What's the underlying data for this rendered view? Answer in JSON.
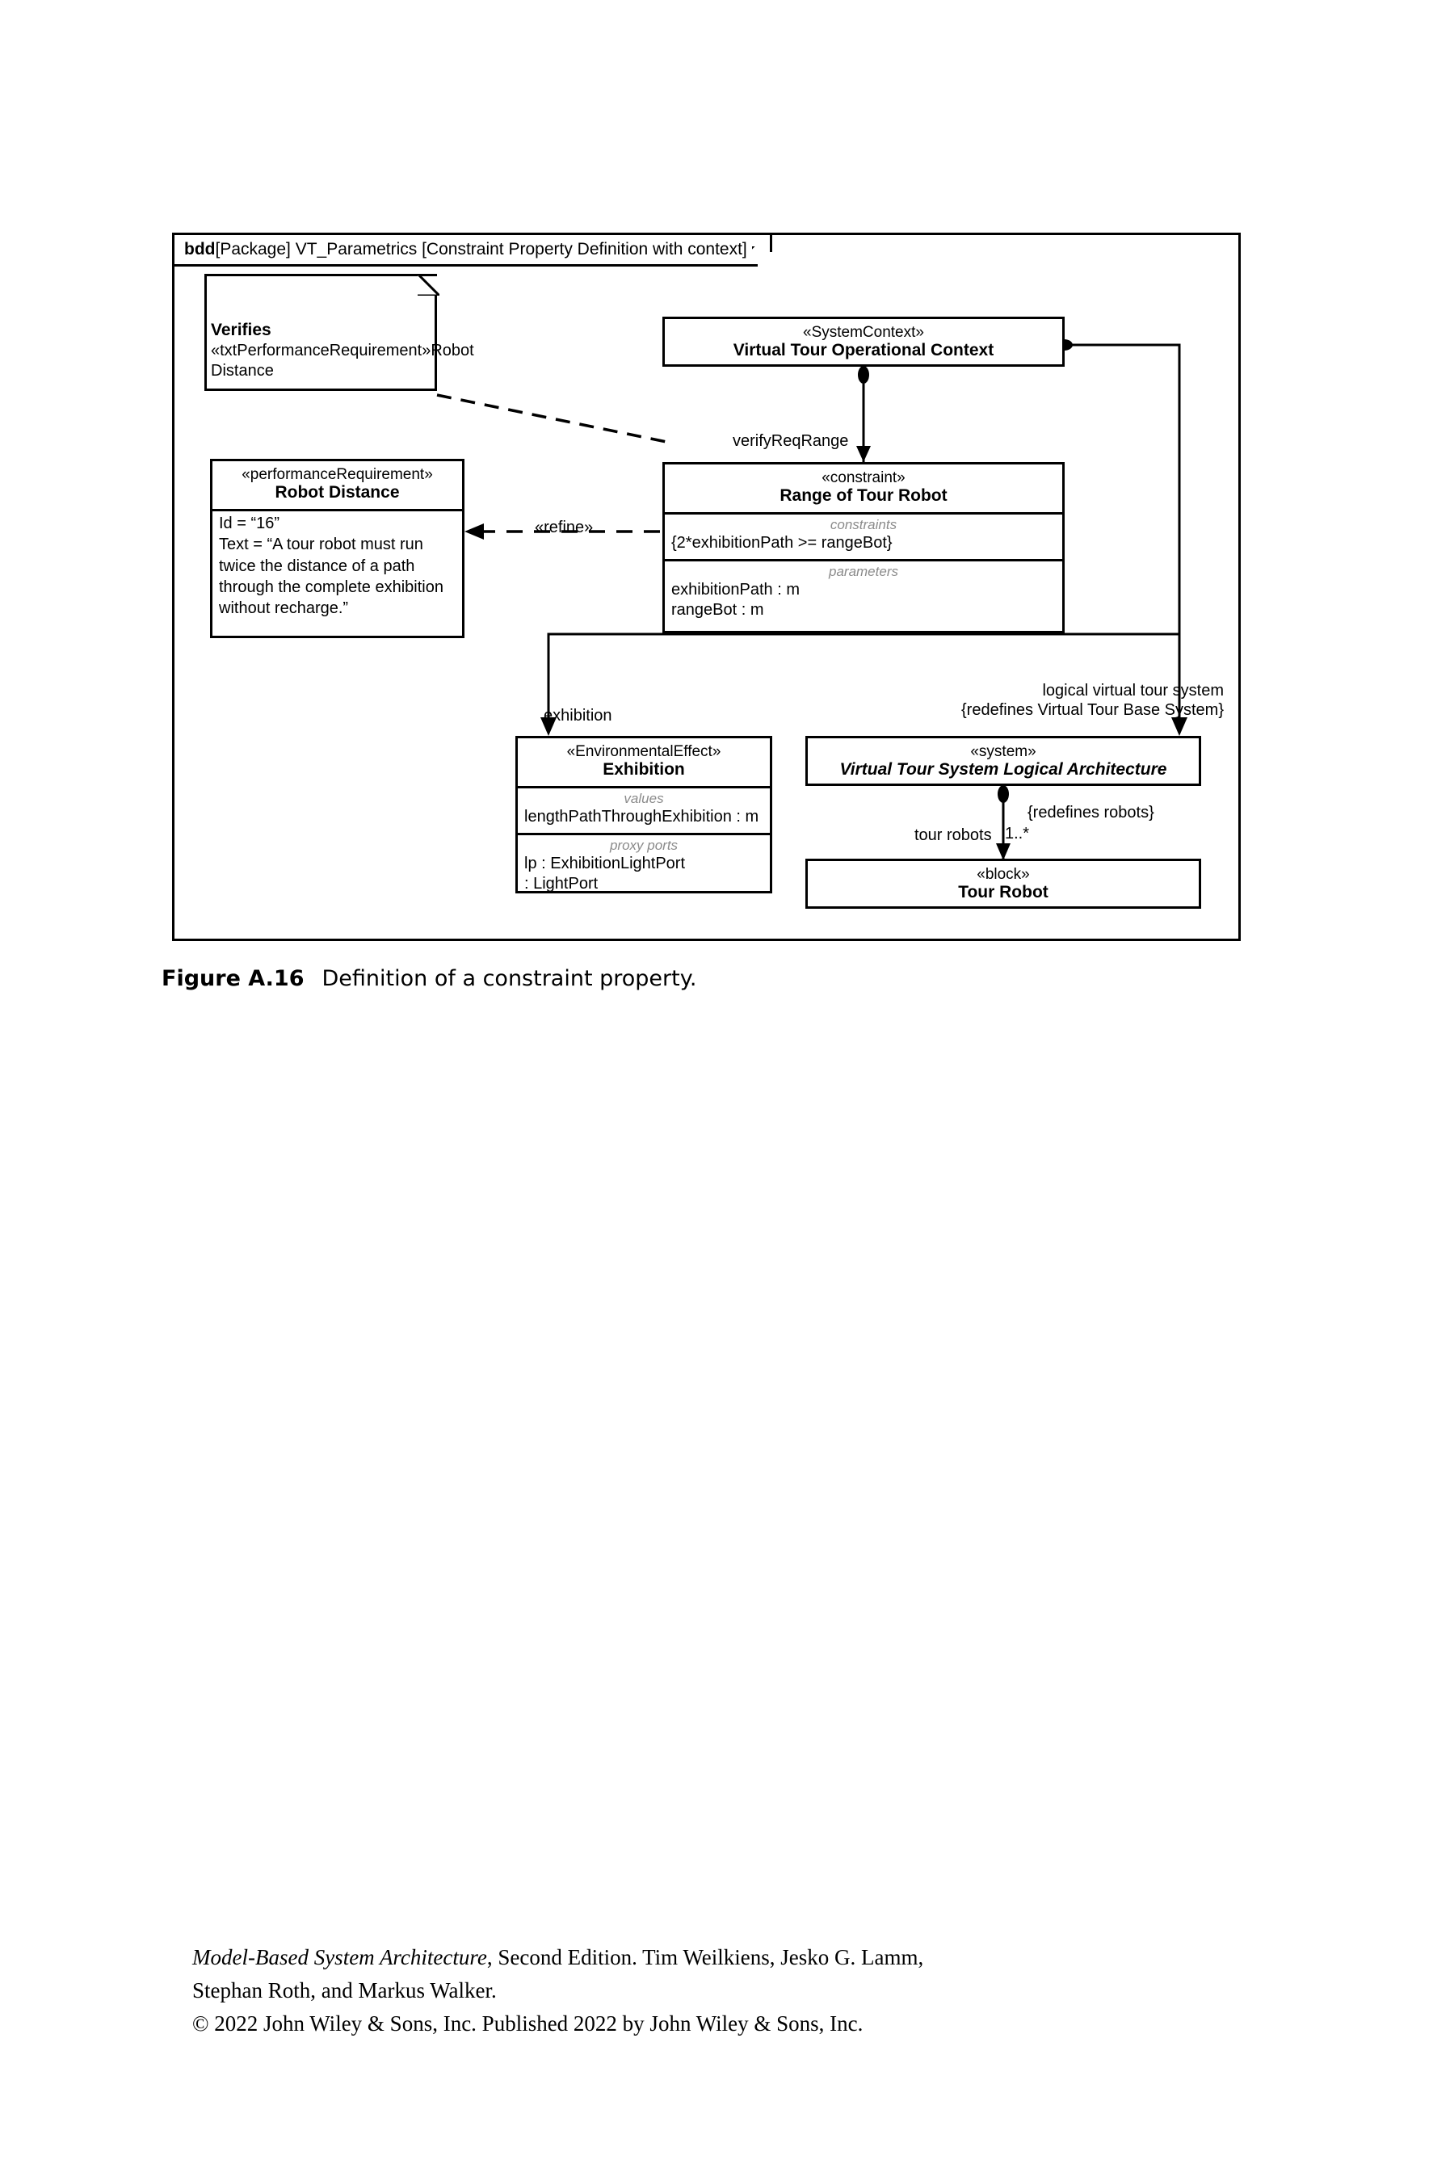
{
  "diagram": {
    "frame_label": {
      "kind": "bdd",
      "rest": " [Package] VT_Parametrics [Constraint Property Definition with context]"
    },
    "note": {
      "title": "Verifies",
      "content": "«txtPerformanceRequirement»Robot Distance"
    },
    "blocks": {
      "system_context": {
        "stereotype": "«SystemContext»",
        "name": "Virtual Tour Operational Context"
      },
      "robot_distance": {
        "stereotype": "«performanceRequirement»",
        "name": "Robot Distance",
        "attributes": [
          "Id = “16”",
          "Text = “A tour robot must run twice the distance of a path through the complete exhibition without recharge.”"
        ]
      },
      "range_of_tour_robot": {
        "stereotype": "«constraint»",
        "name": "Range of Tour Robot",
        "constraints_label": "constraints",
        "constraints": [
          "{2*exhibitionPath >= rangeBot}"
        ],
        "parameters_label": "parameters",
        "parameters": [
          "exhibitionPath : m",
          "rangeBot : m"
        ]
      },
      "exhibition": {
        "stereotype": "«EnvironmentalEffect»",
        "name": "Exhibition",
        "values_label": "values",
        "values": [
          "lengthPathThroughExhibition : m"
        ],
        "proxy_ports_label": "proxy ports",
        "proxy_ports": [
          "lp : ExhibitionLightPort",
          ": LightPort"
        ]
      },
      "vt_system_logical_architecture": {
        "stereotype": "«system»",
        "name": "Virtual Tour System Logical Architecture"
      },
      "tour_robot": {
        "stereotype": "«block»",
        "name": "Tour Robot"
      }
    },
    "edge_labels": {
      "verify_req_range": "verifyReqRange",
      "refine": "«refine»",
      "exhibition": "exhibition",
      "logical_virtual_tour_system": "logical virtual tour system",
      "redefines_base_system": "{redefines Virtual Tour Base System}",
      "tour_robots": "tour robots",
      "multiplicity": "1..*",
      "redefines_robots": "{redefines robots}"
    },
    "colors": {
      "line": "#000000",
      "compartment_label": "#8b8b8b",
      "background": "#ffffff"
    }
  },
  "caption": {
    "label": "Figure A.16",
    "text": "Definition of a constraint property."
  },
  "footer": {
    "line1_title": "Model-Based System Architecture",
    "line1_rest": ", Second Edition. Tim Weilkiens, Jesko G. Lamm,",
    "line2": "Stephan Roth, and Markus Walker.",
    "line3": "© 2022 John Wiley & Sons, Inc. Published 2022 by John Wiley & Sons, Inc."
  }
}
